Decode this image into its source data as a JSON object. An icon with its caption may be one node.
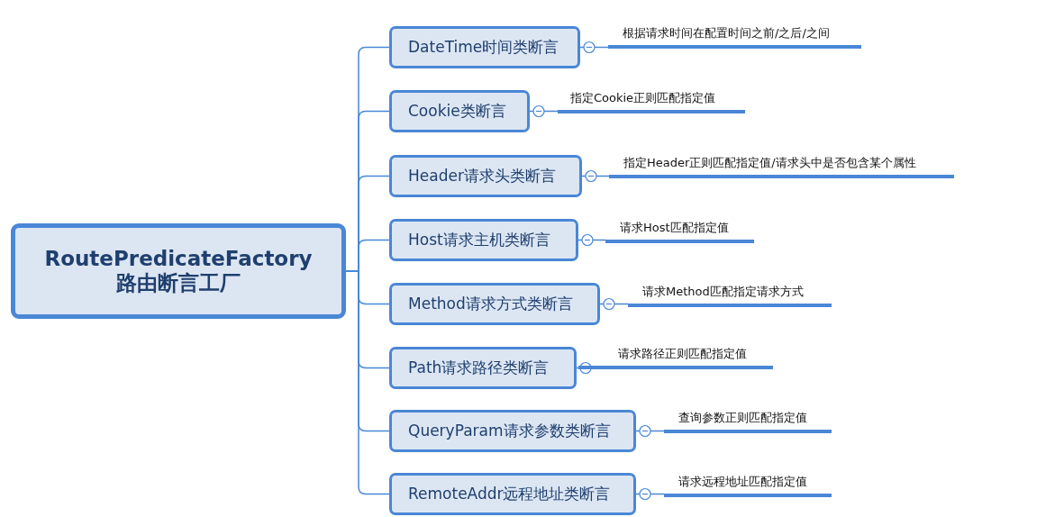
{
  "diagram": {
    "nodes": [
      {
        "text": [
          "RoutePredicateFactory 路由断言工厂"
        ]
      },
      {
        "text": [
          "DateTime时间类断言"
        ]
      },
      {
        "text": [
          "Cookie类断言"
        ]
      },
      {
        "text": [
          "Header请求头类断言"
        ]
      },
      {
        "text": [
          "Host请求主机类断言"
        ]
      },
      {
        "text": [
          "Method请求方式类断言"
        ]
      },
      {
        "text": [
          "Path请求路径类断言"
        ]
      },
      {
        "text": [
          "QueryParam请求参数类断言"
        ]
      },
      {
        "text": [
          "RemoteAddr远程地址类断言"
        ]
      },
      {
        "text": [
          "根据请求时间在配置时间之前/之后/之间"
        ]
      },
      {
        "text": [
          "指定Cookie正则匹配指定值"
        ]
      },
      {
        "text": [
          "指定Header正则匹配指定值/请求头中是否包含某个属性"
        ]
      },
      {
        "text": [
          "请求Host匹配指定值"
        ]
      },
      {
        "text": [
          "请求Method匹配指定请求方式"
        ]
      },
      {
        "text": [
          "请求路径正则匹配指定值"
        ]
      },
      {
        "text": [
          "查询参数正则匹配指定值"
        ]
      },
      {
        "text": [
          "请求远程地址匹配指定值"
        ]
      }
    ],
    "edges": [
      {
        "from": 0,
        "to": 1,
        "arrow": "none"
      },
      {
        "from": 0,
        "to": 2,
        "arrow": "none"
      },
      {
        "from": 0,
        "to": 3,
        "arrow": "none"
      },
      {
        "from": 0,
        "to": 4,
        "arrow": "none"
      },
      {
        "from": 0,
        "to": 5,
        "arrow": "none"
      },
      {
        "from": 0,
        "to": 6,
        "arrow": "none"
      },
      {
        "from": 0,
        "to": 7,
        "arrow": "none"
      },
      {
        "from": 0,
        "to": 8,
        "arrow": "none"
      },
      {
        "from": 1,
        "to": 9,
        "arrow": "other"
      },
      {
        "from": 2,
        "to": 10,
        "arrow": "other"
      },
      {
        "from": 3,
        "to": 11,
        "arrow": "other"
      },
      {
        "from": 4,
        "to": 12,
        "arrow": "other"
      },
      {
        "from": 5,
        "to": 13,
        "arrow": "other"
      },
      {
        "from": 6,
        "to": 14,
        "arrow": "other"
      },
      {
        "from": 7,
        "to": 15,
        "arrow": "other"
      },
      {
        "from": 8,
        "to": 16,
        "arrow": "other"
      }
    ]
  }
}
